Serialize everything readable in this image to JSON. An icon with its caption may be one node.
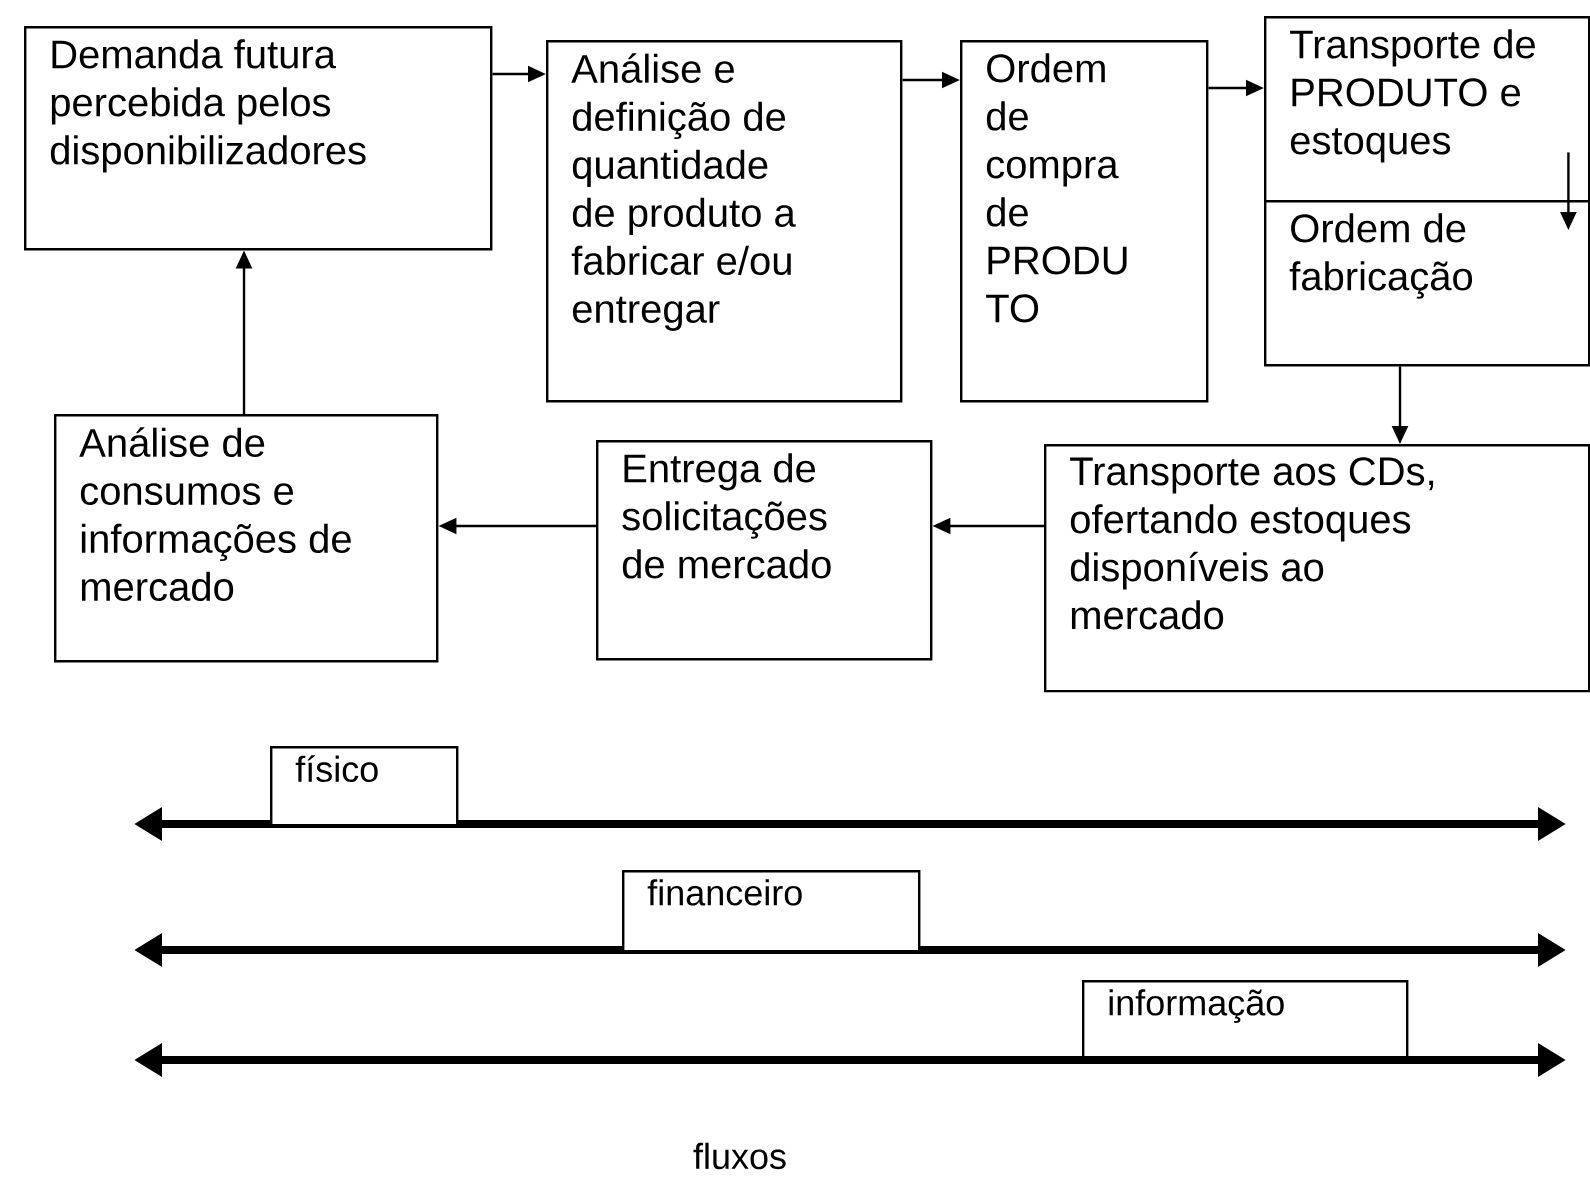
{
  "diagram": {
    "nodes": [
      {
        "text": [
          "Demanda futura percebida pelos disponibilizadores"
        ]
      },
      {
        "text": [
          "Análise e definição de quantidade de produto a fabricar e/ou entregar"
        ]
      },
      {
        "text": [
          "Ordem de compra de PRODU TO"
        ]
      },
      {
        "text": [
          "Transporte de PRODUTO e estoques"
        ]
      },
      {
        "text": [
          "Ordem de fabricação"
        ]
      },
      {
        "text": [
          "Transporte aos CDs, ofertando estoques disponíveis ao mercado"
        ]
      },
      {
        "text": [
          "Entrega de solicitações de mercado"
        ]
      },
      {
        "text": [
          "Análise de consumos e informações de mercado"
        ]
      },
      {
        "text": [
          "físico"
        ]
      },
      {
        "text": [
          "financeiro"
        ]
      },
      {
        "text": [
          "informação"
        ]
      }
    ],
    "edges": [
      {
        "from": 0,
        "to": 1,
        "arrow": "to"
      },
      {
        "from": 1,
        "to": 2,
        "arrow": "to"
      },
      {
        "from": 2,
        "to": 3,
        "arrow": "to"
      },
      {
        "from": 3,
        "to": 4,
        "arrow": "to"
      },
      {
        "from": 4,
        "to": 5,
        "arrow": "to"
      },
      {
        "from": 5,
        "to": 6,
        "arrow": "to"
      },
      {
        "from": 6,
        "to": 7,
        "arrow": "to"
      },
      {
        "from": 7,
        "to": 0,
        "arrow": "to"
      }
    ],
    "labels": [
      "fluxos"
    ]
  }
}
